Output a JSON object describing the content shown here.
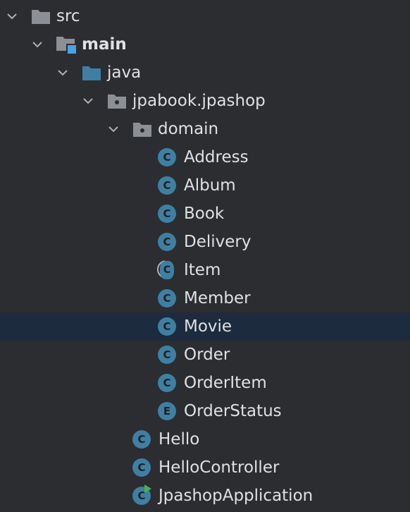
{
  "tree": {
    "src": "src",
    "main": "main",
    "java": "java",
    "package": "jpabook.jpashop",
    "domain": "domain",
    "domain_classes": {
      "address": "Address",
      "album": "Album",
      "book": "Book",
      "delivery": "Delivery",
      "item": "Item",
      "member": "Member",
      "movie": "Movie",
      "order": "Order",
      "orderitem": "OrderItem",
      "orderstatus": "OrderStatus"
    },
    "package_classes": {
      "hello": "Hello",
      "hellocontroller": "HelloController",
      "application": "JpashopApplication"
    }
  },
  "badges": {
    "class": "C",
    "enum": "E"
  },
  "colors": {
    "background": "#2b2d30",
    "selection": "#1d2b3e",
    "class_icon": "#3f7fa3",
    "folder": "#8c8f94",
    "source_folder": "#3f7fa3",
    "run_badge": "#4caf50"
  },
  "selected_item": "Movie"
}
